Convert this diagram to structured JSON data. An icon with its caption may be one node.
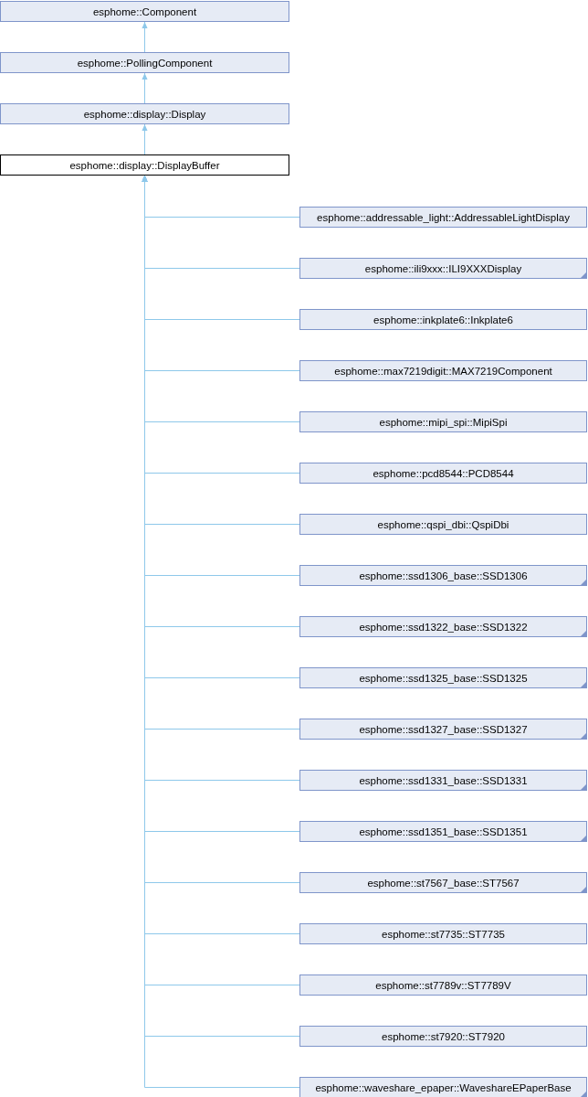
{
  "diagram": {
    "nodes": [
      {
        "text": [
          "esphome::Component"
        ]
      },
      {
        "text": [
          "esphome::PollingComponent"
        ]
      },
      {
        "text": [
          "esphome::display::Display"
        ]
      },
      {
        "text": [
          "esphome::display::DisplayBuffer"
        ]
      },
      {
        "text": [
          "esphome::addressable_light::AddressableLightDisplay"
        ]
      },
      {
        "text": [
          "esphome::ili9xxx::ILI9XXXDisplay"
        ]
      },
      {
        "text": [
          "esphome::inkplate6::Inkplate6"
        ]
      },
      {
        "text": [
          "esphome::max7219digit::MAX7219Component"
        ]
      },
      {
        "text": [
          "esphome::mipi_spi::MipiSpi"
        ]
      },
      {
        "text": [
          "esphome::pcd8544::PCD8544"
        ]
      },
      {
        "text": [
          "esphome::qspi_dbi::QspiDbi"
        ]
      },
      {
        "text": [
          "esphome::ssd1306_base::SSD1306"
        ]
      },
      {
        "text": [
          "esphome::ssd1322_base::SSD1322"
        ]
      },
      {
        "text": [
          "esphome::ssd1325_base::SSD1325"
        ]
      },
      {
        "text": [
          "esphome::ssd1327_base::SSD1327"
        ]
      },
      {
        "text": [
          "esphome::ssd1331_base::SSD1331"
        ]
      },
      {
        "text": [
          "esphome::ssd1351_base::SSD1351"
        ]
      },
      {
        "text": [
          "esphome::st7567_base::ST7567"
        ]
      },
      {
        "text": [
          "esphome::st7735::ST7735"
        ]
      },
      {
        "text": [
          "esphome::st7789v::ST7789V"
        ]
      },
      {
        "text": [
          "esphome::st7920::ST7920"
        ]
      },
      {
        "text": [
          "esphome::waveshare_epaper::WaveshareEPaperBase"
        ]
      }
    ],
    "edges": [
      {
        "from": 1,
        "to": 0,
        "arrow": "to"
      },
      {
        "from": 2,
        "to": 1,
        "arrow": "to"
      },
      {
        "from": 3,
        "to": 2,
        "arrow": "to"
      },
      {
        "from": 4,
        "to": 3,
        "arrow": "to"
      },
      {
        "from": 5,
        "to": 3,
        "arrow": "to"
      },
      {
        "from": 6,
        "to": 3,
        "arrow": "to"
      },
      {
        "from": 7,
        "to": 3,
        "arrow": "to"
      },
      {
        "from": 8,
        "to": 3,
        "arrow": "to"
      },
      {
        "from": 9,
        "to": 3,
        "arrow": "to"
      },
      {
        "from": 10,
        "to": 3,
        "arrow": "to"
      },
      {
        "from": 11,
        "to": 3,
        "arrow": "to"
      },
      {
        "from": 12,
        "to": 3,
        "arrow": "to"
      },
      {
        "from": 13,
        "to": 3,
        "arrow": "to"
      },
      {
        "from": 14,
        "to": 3,
        "arrow": "to"
      },
      {
        "from": 15,
        "to": 3,
        "arrow": "to"
      },
      {
        "from": 16,
        "to": 3,
        "arrow": "to"
      },
      {
        "from": 17,
        "to": 3,
        "arrow": "to"
      },
      {
        "from": 18,
        "to": 3,
        "arrow": "to"
      },
      {
        "from": 19,
        "to": 3,
        "arrow": "to"
      },
      {
        "from": 20,
        "to": 3,
        "arrow": "to"
      },
      {
        "from": 21,
        "to": 3,
        "arrow": "to"
      }
    ]
  }
}
